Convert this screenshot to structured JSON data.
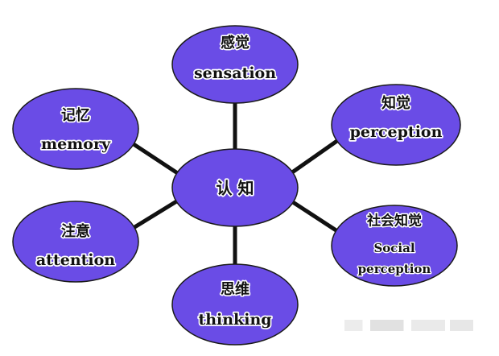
{
  "colors": {
    "node_fill": "#6a4ce6",
    "node_stroke": "#1a1a1a",
    "edge": "#111111",
    "text": "#111111",
    "text_halo": "#ffffff"
  },
  "center": {
    "label": "认 知"
  },
  "nodes": [
    {
      "id": "sensation",
      "zh": "感觉",
      "en": "sensation",
      "en2": ""
    },
    {
      "id": "perception",
      "zh": "知觉",
      "en": "perception",
      "en2": ""
    },
    {
      "id": "social",
      "zh": "社会知觉",
      "en": "Social",
      "en2": "perception"
    },
    {
      "id": "thinking",
      "zh": "思维",
      "en": "thinking",
      "en2": ""
    },
    {
      "id": "attention",
      "zh": "注意",
      "en": "attention",
      "en2": ""
    },
    {
      "id": "memory",
      "zh": "记忆",
      "en": "memory",
      "en2": ""
    }
  ]
}
